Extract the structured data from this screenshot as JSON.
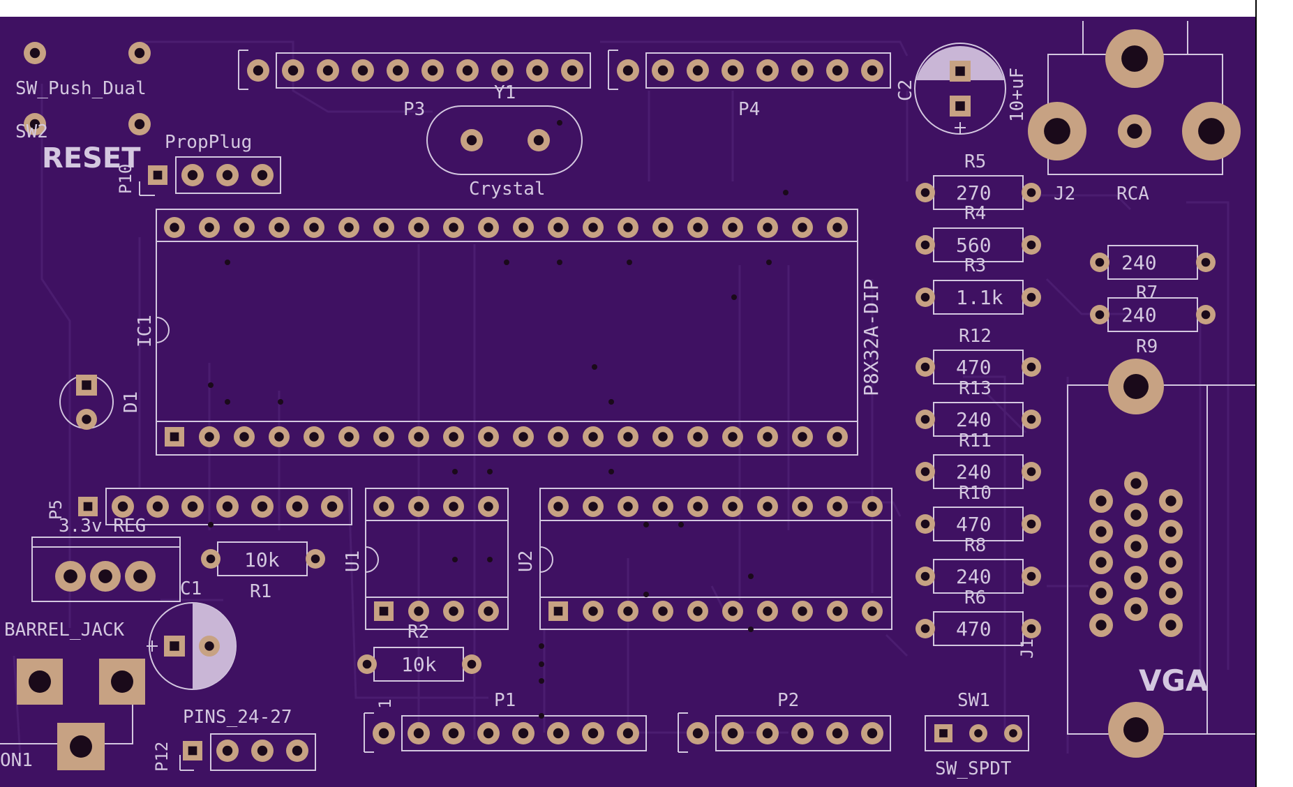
{
  "board": {
    "board_color": "#3f1162",
    "trace_color": "#4b1d70",
    "pad_color": "#c7a283",
    "hole_color": "#1a0a1a",
    "silk_color": "#d4c8e0"
  },
  "labels": {
    "sw_push": "SW_Push_Dual",
    "sw2": "SW2",
    "reset": "RESET",
    "propplug": "PropPlug",
    "p10": "P10",
    "p3": "P3",
    "y1": "Y1",
    "crystal": "Crystal",
    "p4": "P4",
    "c2": "C2",
    "c2_value": "10+uF",
    "j2": "J2",
    "rca": "RCA",
    "ic1": "IC1",
    "p8x32a": "P8X32A-DIP",
    "d1": "D1",
    "r5": "R5",
    "r5_val": "270",
    "r4": "R4",
    "r4_val": "560",
    "r3": "R3",
    "r3_val": "1.1k",
    "r_top_val": "240",
    "r7": "R7",
    "r7_val": "240",
    "r9": "R9",
    "r12": "R12",
    "r12_val": "470",
    "r13": "R13",
    "r13_val": "240",
    "r11": "R11",
    "r11_val": "240",
    "r10": "R10",
    "r10_val": "470",
    "r8": "R8",
    "r8_val": "240",
    "r6": "R6",
    "r6_val": "470",
    "j1": "J1",
    "vga": "VGA",
    "p5": "P5",
    "reg": "3.3v REG",
    "r1": "R1",
    "r1_val": "10k",
    "u1": "U1",
    "u2": "U2",
    "c1": "C1",
    "barrel_jack": "BARREL_JACK",
    "con1": "ON1",
    "r2": "R2",
    "r2_val": "10k",
    "pins_24_27": "PINS_24-27",
    "p12": "P12",
    "p1_pin1": "1",
    "p1": "P1",
    "p2": "P2",
    "sw1": "SW1",
    "sw_spdt": "SW_SPDT"
  }
}
